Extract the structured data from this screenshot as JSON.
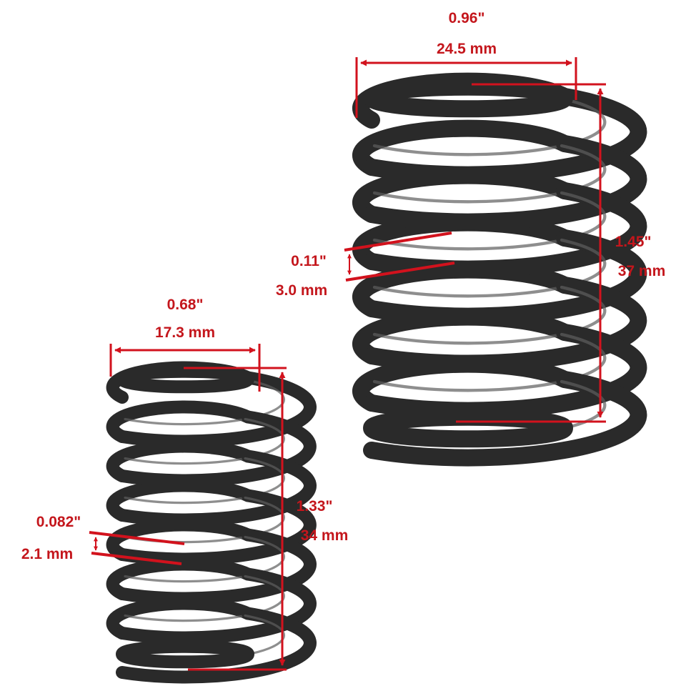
{
  "colors": {
    "dimension": "#d2121d",
    "label": "#c4161c",
    "spring": "#2a2a2a",
    "spring_highlight": "#5e5e5e",
    "background": "#ffffff"
  },
  "large_spring": {
    "outer_diameter_in": "0.96\"",
    "outer_diameter_mm": "24.5 mm",
    "free_length_in": "1.45\"",
    "free_length_mm": "37 mm",
    "wire_diameter_in": "0.11\"",
    "wire_diameter_mm": "3.0 mm"
  },
  "small_spring": {
    "outer_diameter_in": "0.68\"",
    "outer_diameter_mm": "17.3 mm",
    "free_length_in": "1.33\"",
    "free_length_mm": "34 mm",
    "wire_diameter_in": "0.082\"",
    "wire_diameter_mm": "2.1 mm"
  }
}
